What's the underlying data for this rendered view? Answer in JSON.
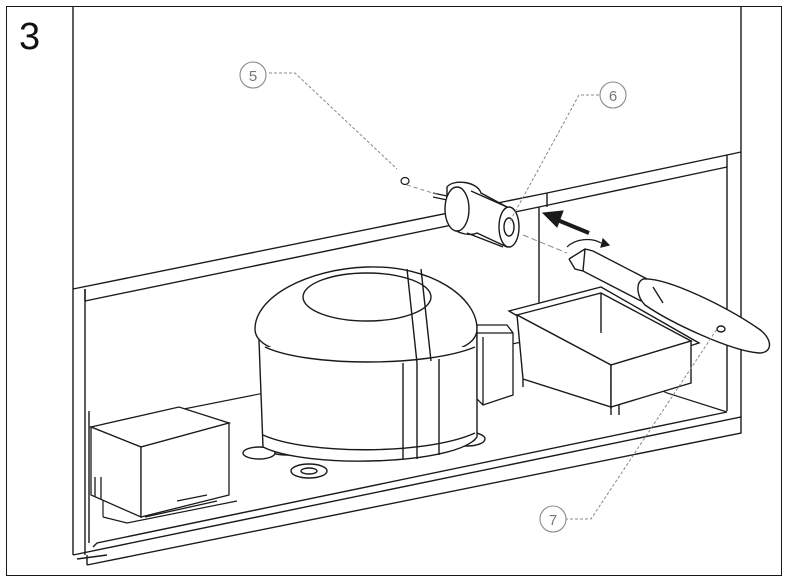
{
  "figure": {
    "step_number": "3",
    "callouts": [
      {
        "id": "5",
        "label": "5"
      },
      {
        "id": "6",
        "label": "6"
      },
      {
        "id": "7",
        "label": "7"
      }
    ]
  },
  "colors": {
    "line": "#1a1a1a",
    "callout": "#8a8a8a",
    "background": "#ffffff"
  },
  "icons": [
    "arrow-left-icon",
    "rotate-arrow-icon"
  ]
}
